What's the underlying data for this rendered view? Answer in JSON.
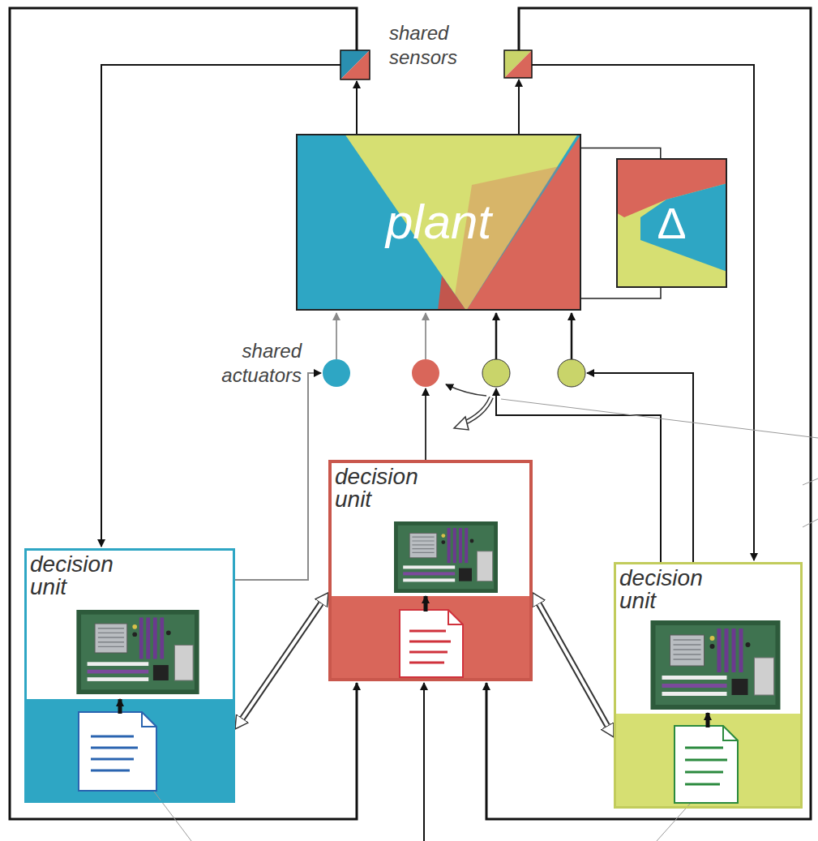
{
  "diagram": {
    "nodes": [
      {
        "text": [
          "plant"
        ]
      },
      {
        "text": [
          "Δ"
        ]
      },
      {
        "text": [
          "decision unit"
        ]
      },
      {
        "text": [
          "decision unit"
        ]
      },
      {
        "text": [
          "decision unit"
        ]
      }
    ],
    "edges": [
      {
        "from": 0,
        "to": 1,
        "arrow": "none"
      },
      {
        "from": 2,
        "to": 3,
        "arrow": "both"
      },
      {
        "from": 3,
        "to": 4,
        "arrow": "both"
      }
    ],
    "labels": [
      "shared sensors",
      "shared actuators"
    ]
  }
}
